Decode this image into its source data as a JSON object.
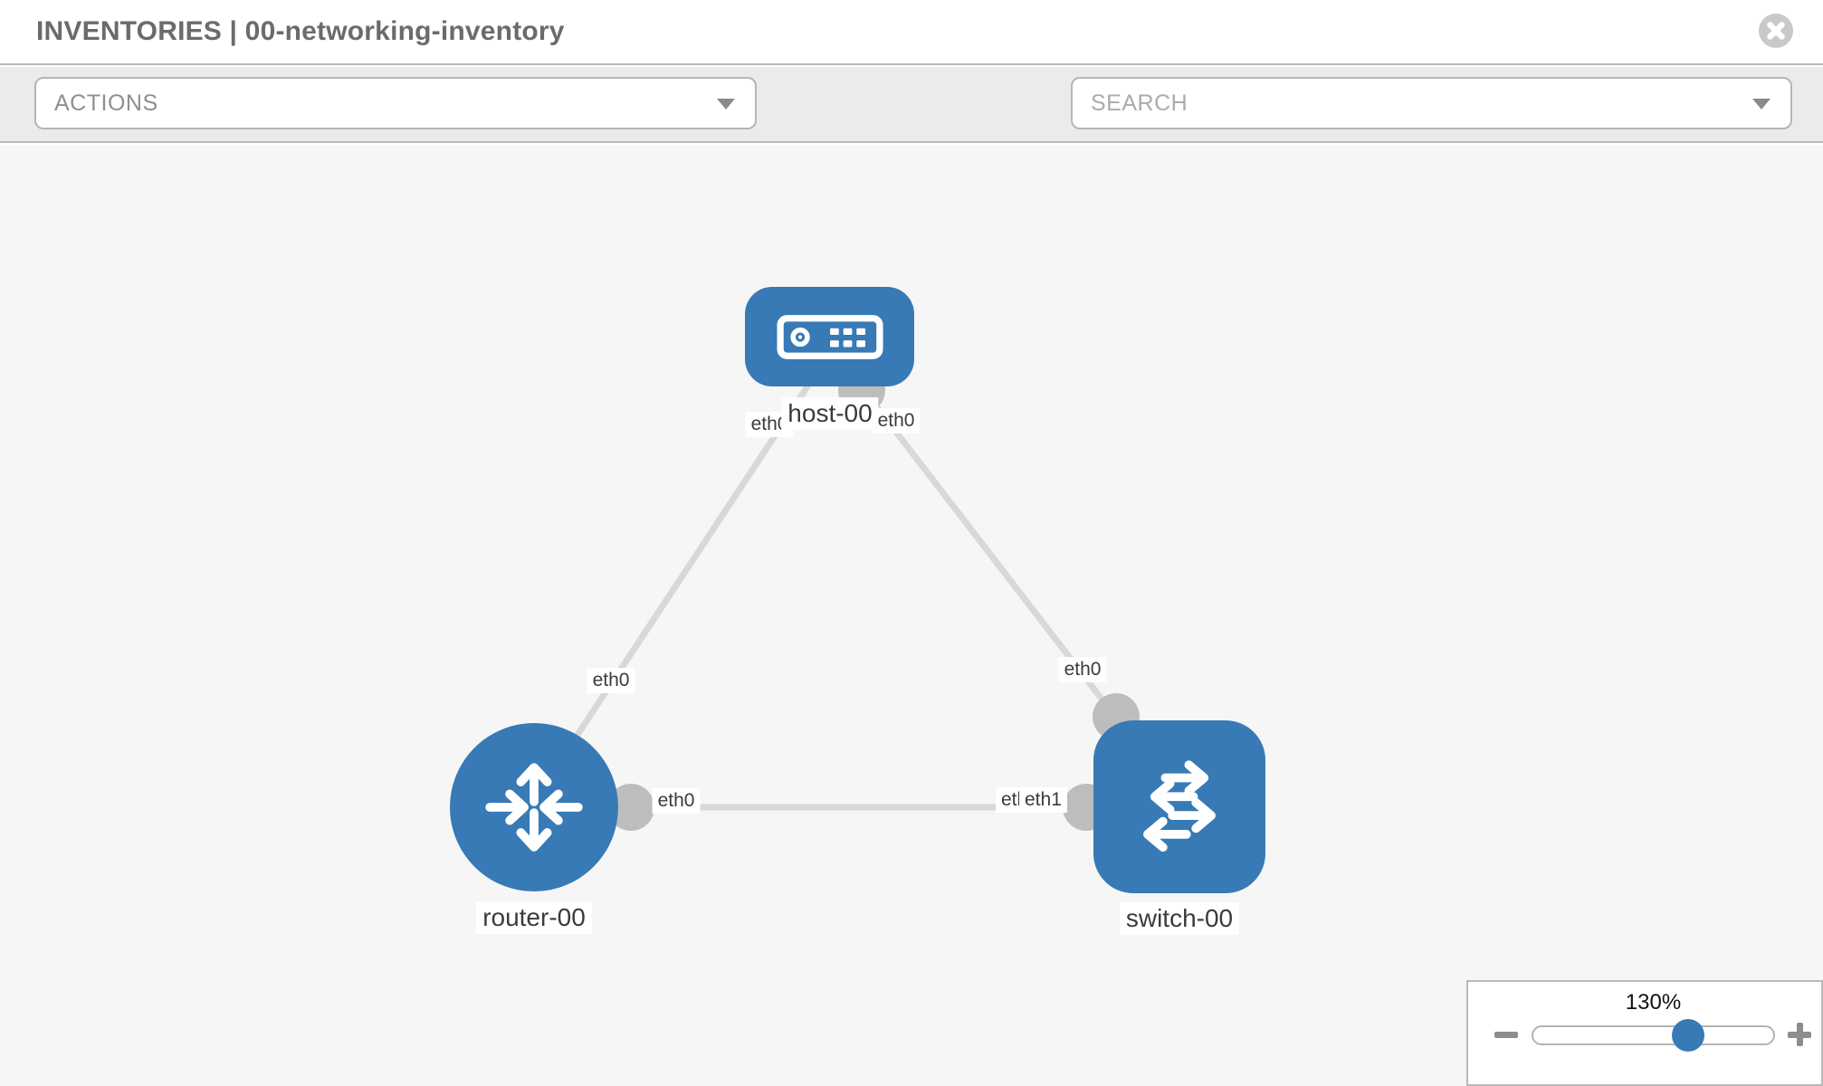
{
  "header": {
    "title": "INVENTORIES | 00-networking-inventory"
  },
  "toolbar": {
    "actions": {
      "label": "ACTIONS"
    },
    "search": {
      "placeholder": "SEARCH",
      "value": ""
    }
  },
  "icons": {
    "close": "x-circle-icon",
    "actions_caret": "caret-down-icon",
    "search_caret": "caret-down-icon",
    "tools": [
      "wrench-icon",
      "key-icon"
    ],
    "zoom_out": "minus-icon",
    "zoom_in": "plus-icon",
    "node_types": [
      "host-icon",
      "router-icon",
      "switch-icon"
    ]
  },
  "topology": {
    "nodes": [
      {
        "label": "host-00",
        "type": "host"
      },
      {
        "label": "router-00",
        "type": "router"
      },
      {
        "label": "switch-00",
        "type": "switch"
      }
    ],
    "links": [
      {
        "from": "host-00",
        "from_if": "eth0",
        "to": "router-00",
        "to_if": "eth0"
      },
      {
        "from": "host-00",
        "from_if": "eth0",
        "to": "switch-00",
        "to_if": "eth0"
      },
      {
        "from": "router-00",
        "from_if": "eth0",
        "to": "switch-00",
        "to_if": "eth1",
        "to_if_overlapped": "eth0"
      }
    ]
  },
  "zoom_control": {
    "level": "130%"
  },
  "colors": {
    "node_blue": "#377ab5",
    "link_gray": "#d8d8d8",
    "port_gray": "#bdbdbd",
    "toolbar_bg": "#ebebeb",
    "canvas_bg": "#f6f6f6",
    "border_gray": "#b9b9b9"
  }
}
